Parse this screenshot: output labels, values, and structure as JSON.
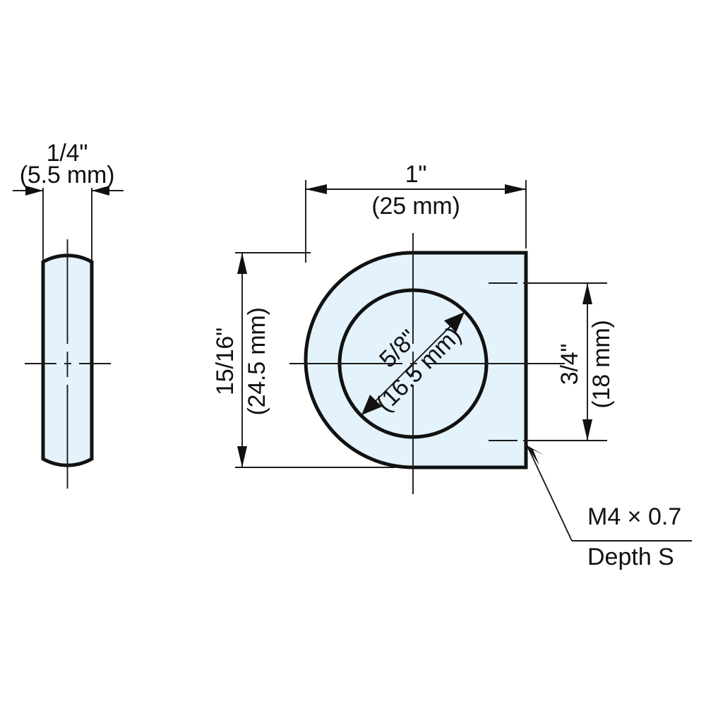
{
  "drawing": {
    "title": "Shaft collar / D-shaped spacer dimensional drawing",
    "colors": {
      "part_fill": "#e4f2fb",
      "line": "#111111",
      "background": "#ffffff"
    },
    "views": {
      "side": {
        "name": "side-view",
        "description": "Narrow vertical profile with rounded top and bottom"
      },
      "front": {
        "name": "front-view",
        "description": "D-shaped body with central through bore"
      }
    },
    "dimensions": {
      "thickness": {
        "imperial": "1/4\"",
        "metric": "(5.5 mm)"
      },
      "width": {
        "imperial": "1\"",
        "metric": "(25 mm)"
      },
      "height": {
        "imperial": "15/16\"",
        "metric": "(24.5 mm)"
      },
      "bore": {
        "imperial": "5/8\"",
        "metric": "(16.5 mm)"
      },
      "hole_spacing": {
        "imperial": "3/4\"",
        "metric": "(18 mm)"
      }
    },
    "notes": {
      "thread": "M4 × 0.7",
      "depth": "Depth S"
    }
  }
}
